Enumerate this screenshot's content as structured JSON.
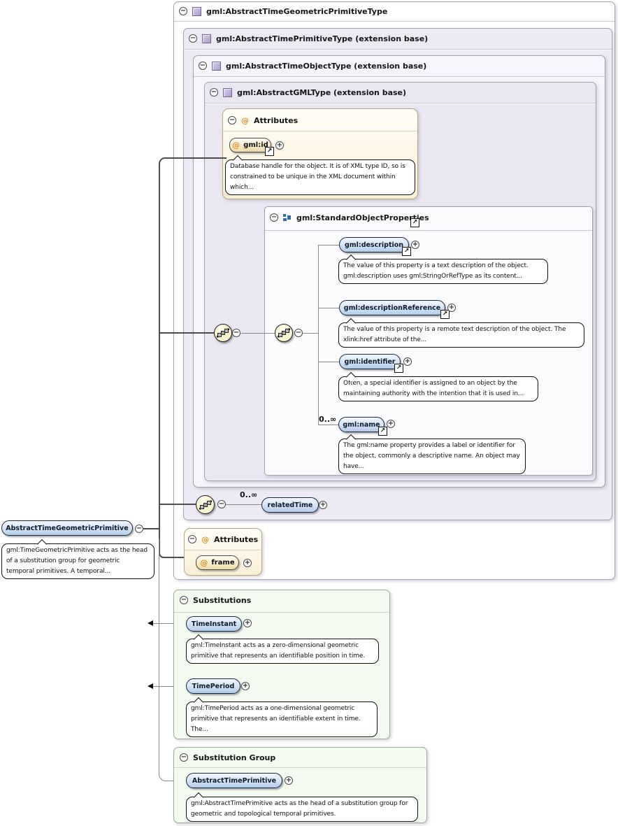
{
  "icons": {
    "collapse": "−",
    "expand": "+",
    "at": "@",
    "link_arrow": "↗"
  },
  "colors": {
    "element_fill": "#c6d8f0",
    "element_border": "#17293f",
    "attr_fill": "#eed9a4",
    "attr_border": "#bda77c",
    "type_box_fill": "#edeaf5",
    "green_box_fill": "#f3faf0",
    "compositor_fill": "#f5f0bb"
  },
  "type_boxes": {
    "b1": {
      "title": "gml:AbstractTimeGeometricPrimitiveType"
    },
    "b2": {
      "title": "gml:AbstractTimePrimitiveType (extension base)"
    },
    "b3": {
      "title": "gml:AbstractTimeObjectType (extension base)"
    },
    "b4": {
      "title": "gml:AbstractGMLType (extension base)"
    }
  },
  "attributes1": {
    "title": "Attributes",
    "attr": {
      "name": "gml:id",
      "annotation": "Database handle for the object. It is of XML type ID, so is constrained to be unique in the XML document within which..."
    }
  },
  "sop": {
    "title": "gml:StandardObjectProperties",
    "elements": [
      {
        "name": "gml:description",
        "annotation": "The value of this property is a text description of the object. gml:description uses gml:StringOrRefType as its content..."
      },
      {
        "name": "gml:descriptionReference",
        "annotation": "The value of this property is a remote text description of the object. The xlink:href attribute of the..."
      },
      {
        "name": "gml:identifier",
        "annotation": "Often, a special identifier is assigned to an object by the maintaining authority with the intention that it is used in..."
      },
      {
        "name": "gml:name",
        "cardinality": "0..∞",
        "annotation": "The gml:name property provides a label or identifier for the object, commonly a descriptive name. An object may have..."
      }
    ]
  },
  "related_time": {
    "name": "relatedTime",
    "cardinality": "0..∞"
  },
  "attributes2": {
    "title": "Attributes",
    "attr": {
      "name": "frame"
    }
  },
  "root": {
    "name": "AbstractTimeGeometricPrimitive",
    "annotation": "gml:TimeGeometricPrimitive acts as the head of a substitution group for geometric temporal primitives. A temporal..."
  },
  "substitutions": {
    "title": "Substitutions",
    "items": [
      {
        "name": "TimeInstant",
        "annotation": "gml:TimeInstant acts as a zero-dimensional geometric primitive that represents an identifiable position in time."
      },
      {
        "name": "TimePeriod",
        "annotation": "gml:TimePeriod acts as a one-dimensional geometric primitive that represents an identifiable extent in time. The..."
      }
    ]
  },
  "substitution_group": {
    "title": "Substitution Group",
    "items": [
      {
        "name": "AbstractTimePrimitive",
        "annotation": "gml:AbstractTimePrimitive acts as the head of a substitution group for geometric and topological temporal primitives."
      }
    ]
  }
}
